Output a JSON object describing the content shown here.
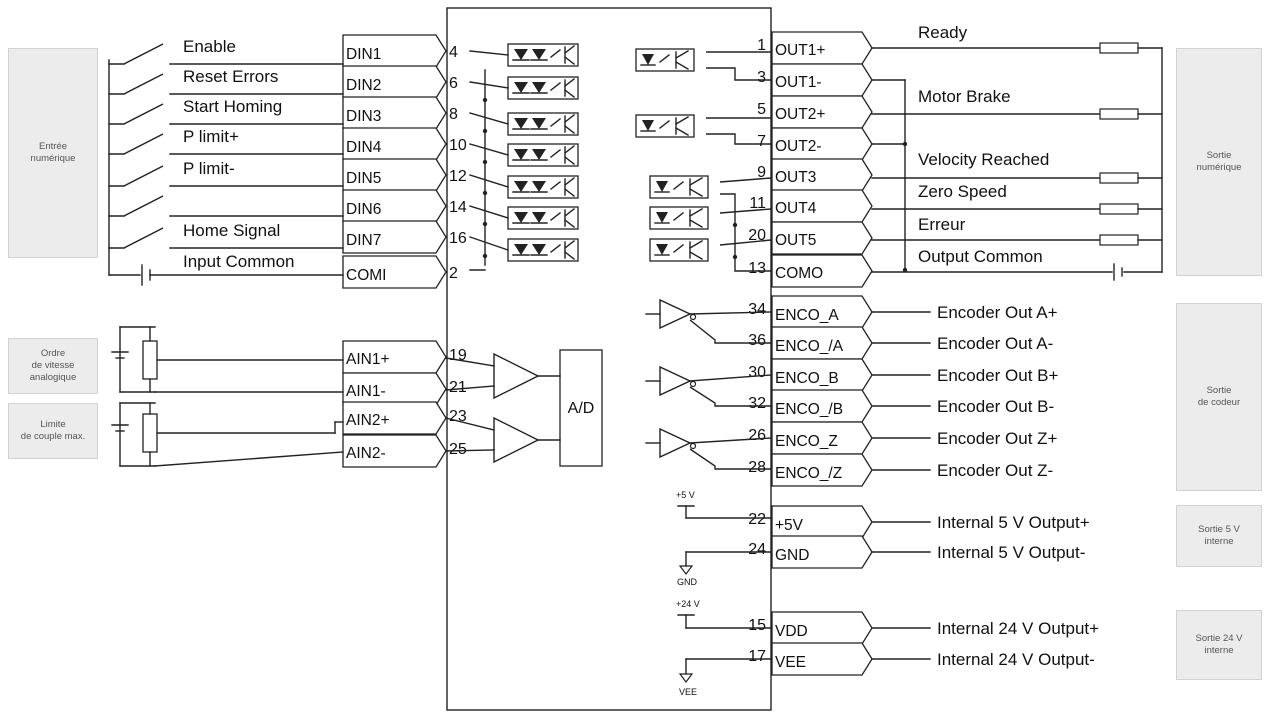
{
  "side_boxes": {
    "digital_input": "Entrée\nnumérique",
    "analog_speed": "Ordre\nde vitesse\nanalogique",
    "torque_limit": "Limite\nde couple max.",
    "digital_output": "Sortie\nnumérique",
    "encoder_output": "Sortie\nde codeur",
    "internal_5v": "Sortie 5 V\ninterne",
    "internal_24v": "Sortie 24 V\ninterne"
  },
  "digital_inputs": [
    {
      "signal": "Enable",
      "pin": "DIN1",
      "number": "4"
    },
    {
      "signal": "Reset Errors",
      "pin": "DIN2",
      "number": "6"
    },
    {
      "signal": "Start Homing",
      "pin": "DIN3",
      "number": "8"
    },
    {
      "signal": "P limit+",
      "pin": "DIN4",
      "number": "10"
    },
    {
      "signal": "P limit-",
      "pin": "DIN5",
      "number": "12"
    },
    {
      "signal": "",
      "pin": "DIN6",
      "number": "14"
    },
    {
      "signal": "Home Signal",
      "pin": "DIN7",
      "number": "16"
    },
    {
      "signal": "Input Common",
      "pin": "COMI",
      "number": "2"
    }
  ],
  "analog_inputs": [
    {
      "pin": "AIN1+",
      "number": "19"
    },
    {
      "pin": "AIN1-",
      "number": "21"
    },
    {
      "pin": "AIN2+",
      "number": "23"
    },
    {
      "pin": "AIN2-",
      "number": "25"
    }
  ],
  "adc_label": "A/D",
  "digital_outputs": [
    {
      "number": "1",
      "pin": "OUT1+"
    },
    {
      "number": "3",
      "pin": "OUT1-"
    },
    {
      "number": "5",
      "pin": "OUT2+"
    },
    {
      "number": "7",
      "pin": "OUT2-"
    },
    {
      "number": "9",
      "pin": "OUT3"
    },
    {
      "number": "11",
      "pin": "OUT4"
    },
    {
      "number": "20",
      "pin": "OUT5"
    },
    {
      "number": "13",
      "pin": "COMO"
    }
  ],
  "output_signals": [
    "Ready",
    "Motor Brake",
    "Velocity Reached",
    "Zero Speed",
    "Erreur",
    "Output Common"
  ],
  "encoder_outputs": [
    {
      "number": "34",
      "pin": "ENCO_A",
      "signal": "Encoder Out A+"
    },
    {
      "number": "36",
      "pin": "ENCO_/A",
      "signal": "Encoder Out A-"
    },
    {
      "number": "30",
      "pin": "ENCO_B",
      "signal": "Encoder Out B+"
    },
    {
      "number": "32",
      "pin": "ENCO_/B",
      "signal": "Encoder Out B-"
    },
    {
      "number": "26",
      "pin": "ENCO_Z",
      "signal": "Encoder Out Z+"
    },
    {
      "number": "28",
      "pin": "ENCO_/Z",
      "signal": "Encoder Out Z-"
    }
  ],
  "power_outputs": [
    {
      "number": "22",
      "pin": "+5V",
      "signal": "Internal 5 V Output+"
    },
    {
      "number": "24",
      "pin": "GND",
      "signal": "Internal 5 V Output-"
    },
    {
      "number": "15",
      "pin": "VDD",
      "signal": "Internal 24 V Output+"
    },
    {
      "number": "17",
      "pin": "VEE",
      "signal": "Internal 24 V Output-"
    }
  ],
  "supply_labels": {
    "plus5": "+5 V",
    "gnd": "GND",
    "plus24": "+24 V",
    "vee": "VEE"
  }
}
